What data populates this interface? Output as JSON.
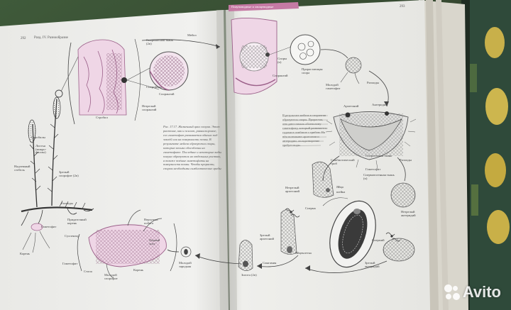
{
  "page_left": {
    "number": "292",
    "header": "Разд. IV. Разнообразие",
    "labels": {
      "spore_tissue": "Спороносная ткань (2n)",
      "sporophyll": "Спорофилл",
      "sporangium": "Спорангий",
      "immature_sporangium": "Незрелый спорангий",
      "strobilus_small": "Стробил",
      "strobili": "Стробилы",
      "leaves": "Листья (микро-филлы)",
      "aerial_stem": "Надземный стебель",
      "mature_sporophyte": "Зрелый спорофит (2n)",
      "rhizoids": "Ризоиды",
      "gametophyte_root": "Гаметофит",
      "adventitious_root": "Придаточный корень",
      "root": "Корень",
      "suspensor": "Суспензор",
      "shoot_tip": "Верхушка побега",
      "first_leaf": "Первый лист",
      "gametophyte_2": "Гаметофит",
      "foot": "Стопа",
      "root_2": "Корень",
      "young_sporophyte": "Молодой спорофит",
      "young_embryo": "Молодой зародыш"
    },
    "caption": "Рис. 17.17. Жизненный цикл плауна. Этот растение, как и псилот, равноспоровое; его гаметофит развивается обычно под землёй или на поверхности почвы. В результате мейоза образуются споры, которые весьма обособлены на гаметофите. Последние и некоторые виды плауна образуются на отдельных ростках, а также зелёные гаметофиты на поверхности почвы. Чтобы прорасти, спорам необходимы симбиотические грибы"
  },
  "page_right": {
    "number": "293",
    "header": "Плауновидные и хвощевидные",
    "labels": {
      "meiosis": "Мейоз",
      "spores": "Споры (n)",
      "sporangium": "Спорангий",
      "germinating_spore": "Прорастающая спора",
      "young_gametophyte": "Молодой гаметофит",
      "rhizoids": "Ризоиды",
      "archegonium": "Архегоний",
      "antheridium": "Антеридий",
      "symbiotic_fungus": "Симбиотический гриб",
      "sporogenous_tissue": "Спорогенная ткань",
      "gametophyte": "Гаметофит",
      "rhizoids_2": "Ризоиды",
      "immature_archegonium": "Незрелый архегоний",
      "egg": "Яйцо",
      "neck_canal": "шейка",
      "sperm": "Сперма",
      "spermatogenous_tissue": "Сперматогенная ткань (n)",
      "immature_antheridium": "Незрелый антеридий",
      "mature_archegonium": "Зрелый архегоний",
      "egg_cell": "Яйцеклетка",
      "sperm_2": "Спермий",
      "mature_antheridium": "Зрелый антеридий",
      "fertilization": "Сингамия",
      "zygote": "Зигота (2n)"
    },
    "body_text": "В результате мейоза в спорангии образуются споры. Прорастая, они дают начало обоеполому гаметофиту, который развивается годами в симбиозе с грибом. На нём возникают архегонии и антеридии; оплодотворение требует воды."
  },
  "watermark": {
    "text": "Avito"
  }
}
